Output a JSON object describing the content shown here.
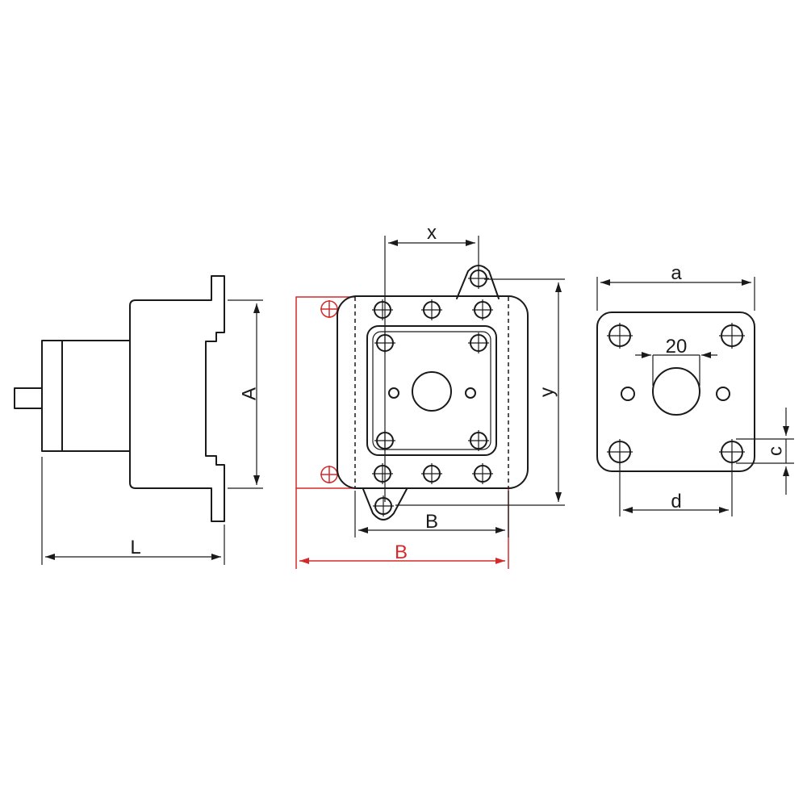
{
  "labels": {
    "side_length": "L",
    "side_height": "A",
    "front_pitch_x": "x",
    "front_height_y": "y",
    "front_width": "B",
    "front_width_alt": "B",
    "plate_width": "a",
    "plate_bore": "20",
    "plate_pitch_d": "d",
    "plate_offset_c": "c"
  },
  "colors": {
    "line": "#1a1a1a",
    "alternate": "#d42a2a"
  }
}
